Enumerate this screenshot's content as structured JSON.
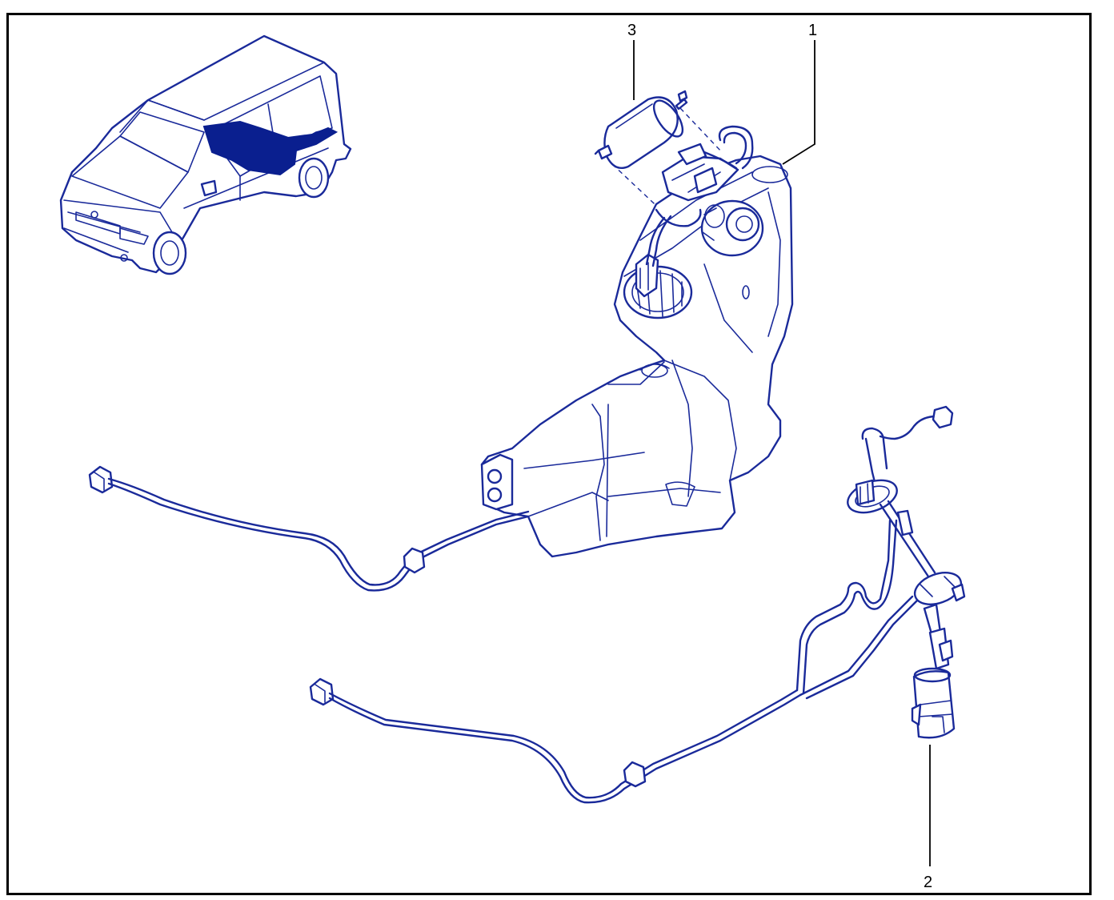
{
  "callouts": [
    {
      "id": "1",
      "label": "1"
    },
    {
      "id": "2",
      "label": "2"
    },
    {
      "id": "3",
      "label": "3"
    }
  ],
  "colors": {
    "line": "#1a2a9a",
    "highlight": "#0a1f8f",
    "frame": "#000000",
    "leader": "#000000",
    "background": "#ffffff"
  },
  "icons": {
    "vehicle": "van-location-icon",
    "fuel_tank": "fuel-tank-icon",
    "fuel_filter": "fuel-filter-icon",
    "fuel_pump": "fuel-pump-icon"
  }
}
